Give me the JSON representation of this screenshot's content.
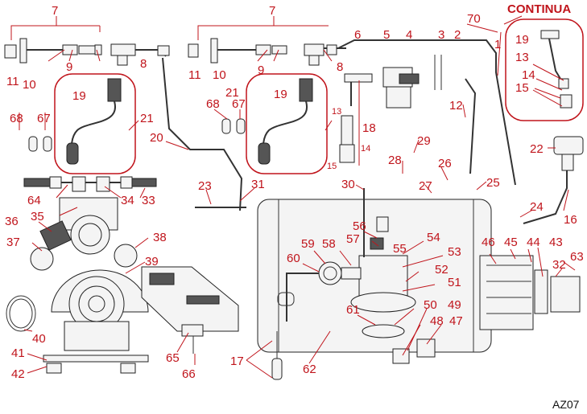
{
  "diagram_code": "AZ07",
  "continua_label": "CONTINUA",
  "labels": {
    "p1": "1",
    "p2": "2",
    "p3": "3",
    "p4": "4",
    "p5": "5",
    "p6": "6",
    "p7a": "7",
    "p7b": "7",
    "p8a": "8",
    "p8b": "8",
    "p9a": "9",
    "p9b": "9",
    "p10a": "10",
    "p10b": "10",
    "p11a": "11",
    "p11b": "11",
    "p12": "12",
    "p13a": "13",
    "p13b": "13",
    "p14a": "14",
    "p14b": "14",
    "p15a": "15",
    "p15b": "15",
    "p16": "16",
    "p17": "17",
    "p18": "18",
    "p19a": "19",
    "p19b": "19",
    "p19c": "19",
    "p20": "20",
    "p21a": "21",
    "p21b": "21",
    "p22": "22",
    "p23": "23",
    "p24": "24",
    "p25": "25",
    "p26": "26",
    "p27": "27",
    "p28": "28",
    "p29": "29",
    "p30": "30",
    "p31": "31",
    "p32": "32",
    "p33": "33",
    "p34": "34",
    "p35": "35",
    "p36": "36",
    "p37": "37",
    "p38": "38",
    "p39": "39",
    "p40": "40",
    "p41": "41",
    "p42": "42",
    "p43": "43",
    "p44": "44",
    "p45": "45",
    "p46": "46",
    "p47": "47",
    "p48": "48",
    "p49": "49",
    "p50": "50",
    "p51": "51",
    "p52": "52",
    "p53": "53",
    "p54": "54",
    "p55": "55",
    "p56": "56",
    "p57": "57",
    "p58": "58",
    "p59": "59",
    "p60": "60",
    "p61": "61",
    "p62": "62",
    "p63": "63",
    "p64": "64",
    "p65": "65",
    "p66": "66",
    "p67a": "67",
    "p67b": "67",
    "p68a": "68",
    "p68b": "68",
    "p70": "70"
  }
}
